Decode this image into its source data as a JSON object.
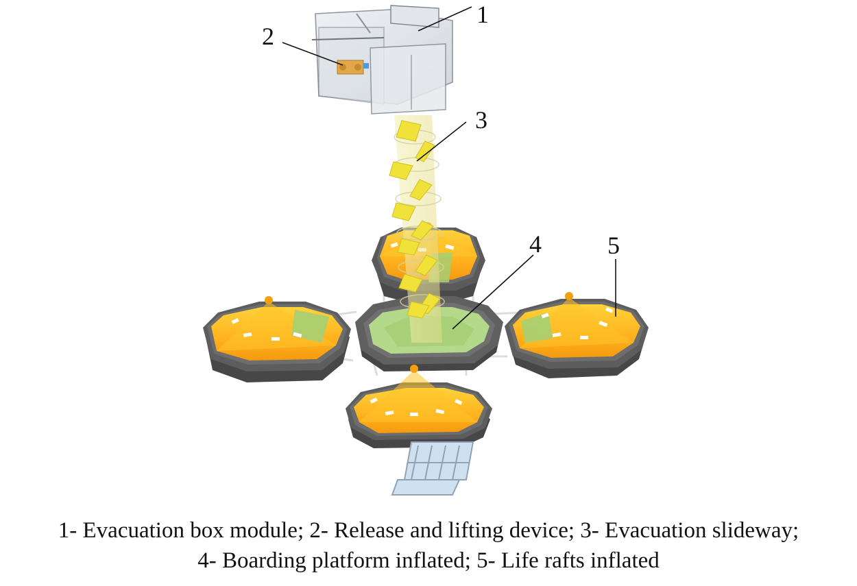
{
  "labels": {
    "l1": "1",
    "l2": "2",
    "l3": "3",
    "l4": "4",
    "l5": "5"
  },
  "caption": {
    "line1": "1- Evacuation box module; 2- Release and lifting device; 3- Evacuation slideway;",
    "line2": "4- Boarding platform inflated; 5- Life rafts inflated"
  }
}
